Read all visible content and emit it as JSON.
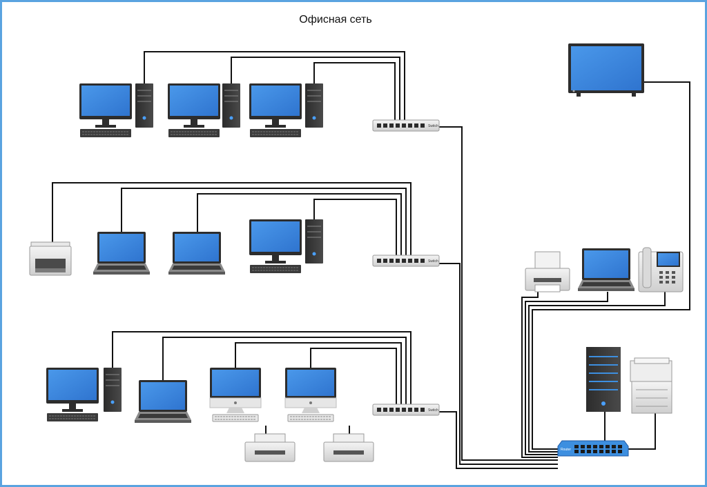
{
  "title": "Офисная сеть",
  "switch_label": "Switch",
  "router_label": "Router",
  "colors": {
    "screen": "#3c87e0",
    "screen_dark": "#1d5fb3",
    "device_body": "#3a3a3a",
    "frame_border": "#5aa3e0",
    "router": "#3d8fe0",
    "wire": "#111111"
  }
}
